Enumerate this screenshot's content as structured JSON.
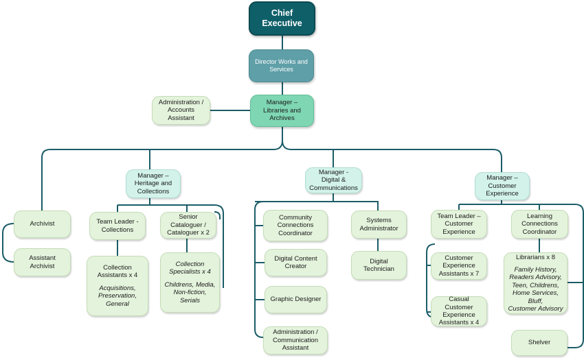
{
  "chief_executive": "Chief\nExecutive",
  "director": "Director Works and\nServices",
  "manager_libraries": "Manager –\nLibraries and\nArchives",
  "admin_accounts": "Administration /\nAccounts\nAssistant",
  "manager_heritage": "Manager –\nHeritage and\nCollections",
  "manager_digital": "Manager -\nDigital &\nCommunications",
  "manager_customer": "Manager –\nCustomer\nExperience",
  "heritage": {
    "archivist": "Archivist",
    "assistant_archivist": "Assistant\nArchivist",
    "team_leader_collections": "Team Leader -\nCollections",
    "collection_assistants": {
      "title": "Collection\nAssistants x 4",
      "detail": "Acquisitions,\nPreservation,\nGeneral"
    },
    "senior_cataloguer": "Senior\nCataloguer /\nCataloguer x 2",
    "collection_specialists": {
      "title": "Collection\nSpecialists x 4",
      "detail": "Childrens, Media,\nNon-fiction,\nSerials"
    }
  },
  "digital": {
    "community_connections": "Community\nConnections\nCoordinator",
    "digital_content_creator": "Digital Content\nCreator",
    "graphic_designer": "Graphic Designer",
    "admin_communication": "Administration /\nCommunication\nAssistant",
    "systems_administrator": "Systems\nAdministrator",
    "digital_technician": "Digital\nTechnician"
  },
  "customer": {
    "team_leader_customer": "Team Leader –\nCustomer\nExperience",
    "customer_experience_assistants": "Customer\nExperience\nAssistants x 7",
    "casual_customer_experience": "Casual\nCustomer\nExperience\nAssistants x 4",
    "learning_connections": "Learning\nConnections\nCoordinator",
    "librarians": {
      "title": "Librarians x 8",
      "detail": "Family History,\nReaders Advisory,\nTeen, Childrens,\nHome Services, Bluff,\nCustomer Advisory"
    },
    "shelver": "Shelver"
  },
  "colors": {
    "chief": "#0f5f69",
    "director": "#5f9fa8",
    "manager_main": "#7ed6b3",
    "manager": "#d2f2ea",
    "staff": "#e4f3dc",
    "connector": "#1a5c66"
  }
}
